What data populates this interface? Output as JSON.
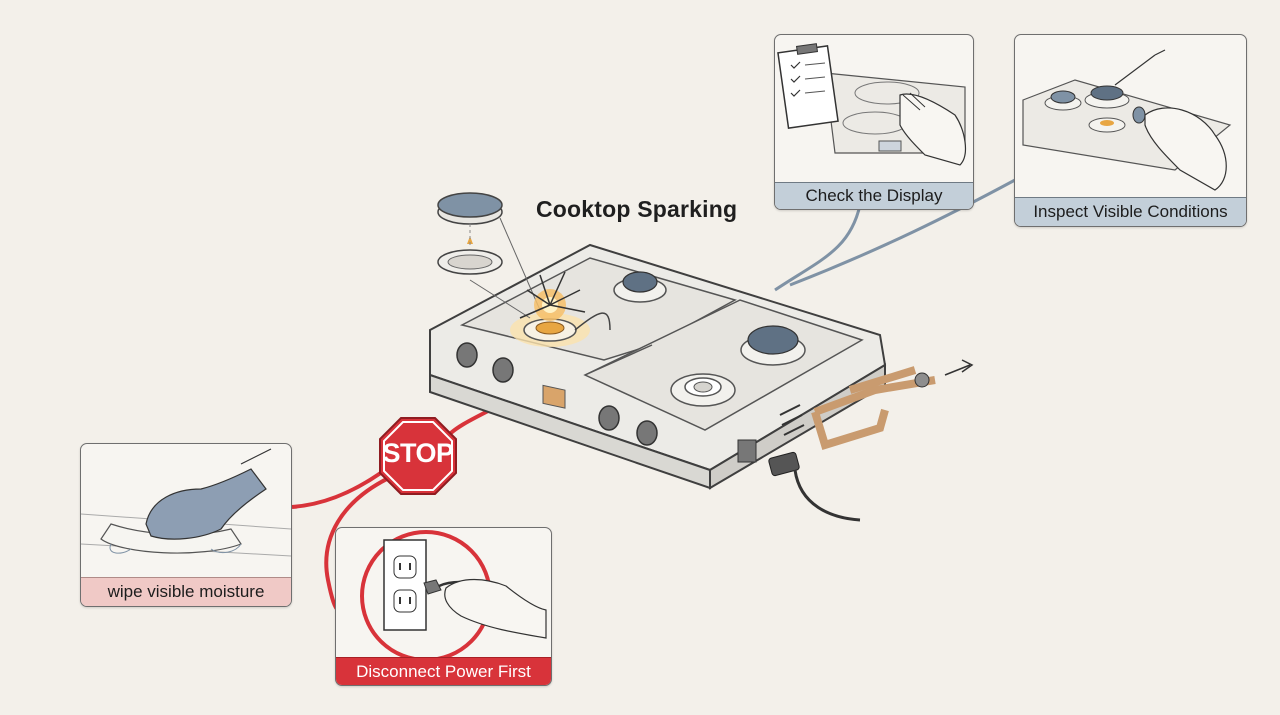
{
  "title": "Cooktop Sparking",
  "stop_sign": "STOP",
  "panels": {
    "check_display": "Check the Display",
    "inspect_conditions": "Inspect Visible Conditions",
    "wipe_moisture": "wipe visible moisture",
    "disconnect_power": "Disconnect Power First"
  },
  "colors": {
    "background": "#f3f0ea",
    "blue_caption": "#c3cfd9",
    "pink_caption": "#f0c9c6",
    "red_caption": "#d8333a",
    "stop_red": "#d8333a",
    "spark_orange": "#f0a640",
    "connector_blue": "#7f92a5",
    "connector_red": "#d8333a"
  },
  "icons": [
    "clipboard-icon",
    "hand-icon",
    "glove-icon",
    "outlet-icon",
    "plug-icon",
    "stop-sign-icon",
    "spark-icon",
    "burner-cap-icon",
    "gas-pipe-icon",
    "power-cord-icon"
  ]
}
